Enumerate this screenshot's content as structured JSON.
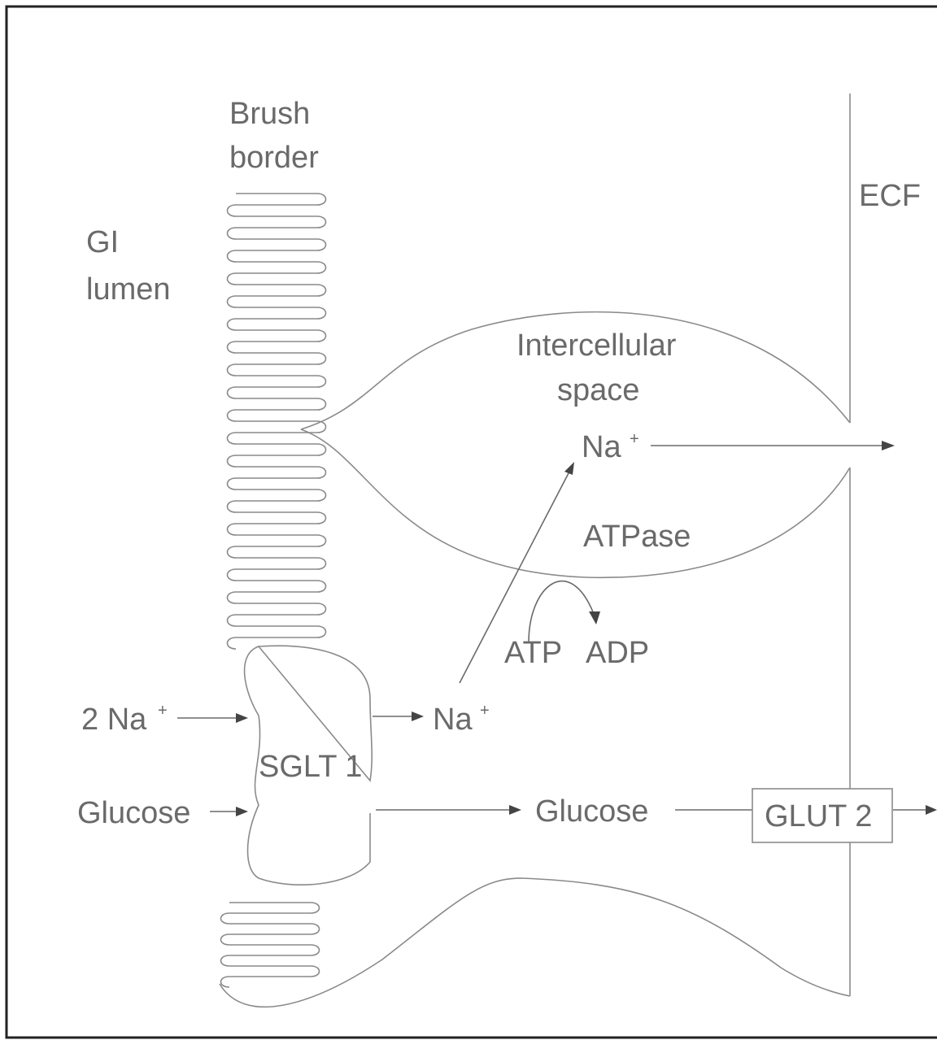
{
  "diagram": {
    "labels": {
      "brush_border_1": "Brush",
      "brush_border_2": "border",
      "gi_lumen_1": "GI",
      "gi_lumen_2": "lumen",
      "ecf": "ECF",
      "intercellular_1": "Intercellular",
      "intercellular_2": "space",
      "na_upper": "Na",
      "atpase": "ATPase",
      "atp": "ATP",
      "adp": "ADP",
      "two_na": "2 Na",
      "na_lower": "Na",
      "sglt1": "SGLT 1",
      "glucose_left": "Glucose",
      "glucose_mid": "Glucose",
      "glut2": "GLUT 2",
      "plus": "+"
    }
  }
}
